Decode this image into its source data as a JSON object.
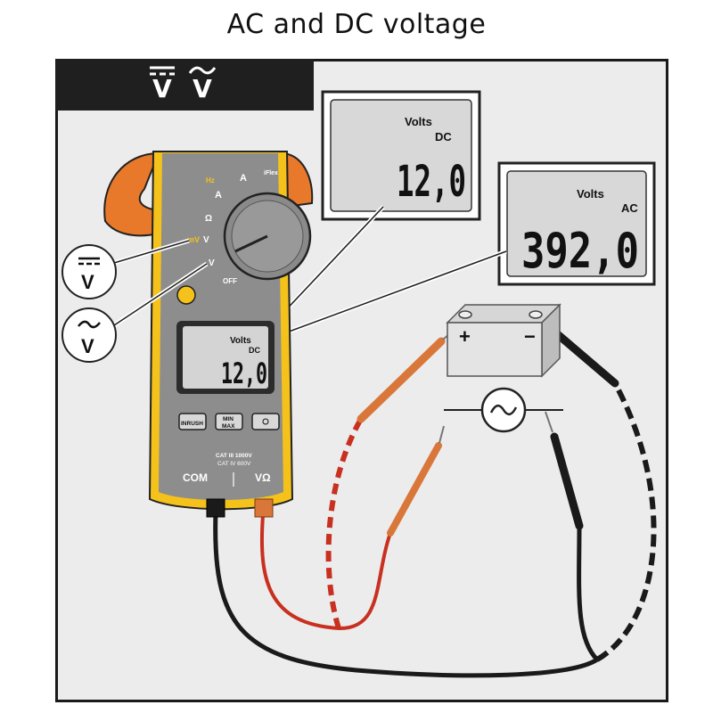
{
  "title": "AC and DC voltage",
  "header": {
    "dc_symbol": "V",
    "ac_symbol": "V"
  },
  "meter": {
    "display_unit": "Volts",
    "display_mode": "DC",
    "display_value": "12,0",
    "dial_labels": {
      "hz": "Hz",
      "amps_ac": "A",
      "amps_dc": "A",
      "iflex": "iFlex",
      "ohm": "Ω",
      "mv": "mV",
      "volts": "V",
      "vac": "V",
      "off": "OFF"
    },
    "buttons": {
      "inrush": "INRUSH",
      "minmax_1": "MIN",
      "minmax_2": "MAX"
    },
    "cat_line_1": "CAT III 1000V",
    "cat_line_2": "CAT IV 600V",
    "jack_com": "COM",
    "jack_vohm": "VΩ"
  },
  "callout_dc": {
    "unit": "Volts",
    "mode": "DC",
    "value": "12,0"
  },
  "callout_ac": {
    "unit": "Volts",
    "mode": "AC",
    "value": "392,0"
  },
  "battery": {
    "plus": "+",
    "minus": "−"
  },
  "side_symbols": {
    "dc": "V",
    "ac": "V"
  },
  "colors": {
    "meter_body": "#8d8d8d",
    "meter_trim": "#f4c21b",
    "clamp": "#e8792a",
    "red_lead": "#c8301f",
    "black_lead": "#1a1a1a",
    "probe_orange": "#d9773a"
  }
}
